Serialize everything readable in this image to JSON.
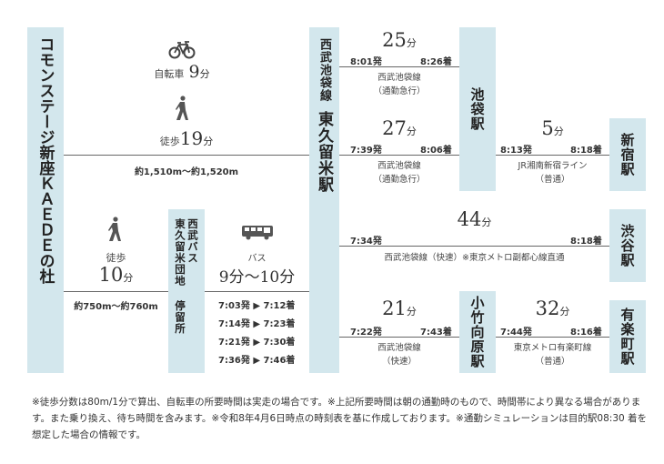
{
  "origin": {
    "name": "コモンステージ新座ＫＡＥＤＥの杜"
  },
  "higashikurume": {
    "line": "西武池袋線",
    "name": "東久留米駅"
  },
  "bus_stop": {
    "operator": "西武バス",
    "name": "東久留米団地 停留所"
  },
  "bicycle": {
    "label": "自転車",
    "time": "9",
    "unit": "分"
  },
  "walk_direct": {
    "label": "徒歩",
    "time": "19",
    "unit": "分",
    "distance": "約1,510m〜約1,520m"
  },
  "walk_bus": {
    "label": "徒歩",
    "time": "10",
    "unit": "分",
    "distance": "約750m〜約760m"
  },
  "bus": {
    "label": "バス",
    "time": "9分〜10分",
    "times": [
      "7:03発 ▶ 7:12着",
      "7:14発 ▶ 7:23着",
      "7:21発 ▶ 7:30着",
      "7:36発 ▶ 7:46着"
    ]
  },
  "stations": {
    "ikebukuro": "池袋駅",
    "shinjuku": "新宿駅",
    "shibuya": "渋谷駅",
    "kotake": "小竹向原駅",
    "yurakucho": "有楽町駅"
  },
  "routes": [
    {
      "time": "25",
      "unit": "分",
      "dep": "8:01発",
      "arr": "8:26着",
      "line1": "西武池袋線",
      "line2": "（通勤急行）"
    },
    {
      "time": "27",
      "unit": "分",
      "dep": "7:39発",
      "arr": "8:06着",
      "line1": "西武池袋線",
      "line2": "（通勤急行）"
    },
    {
      "time": "5",
      "unit": "分",
      "dep": "8:13発",
      "arr": "8:18着",
      "line1": "JR湘南新宿ライン",
      "line2": "（普通）"
    },
    {
      "time": "44",
      "unit": "分",
      "dep": "7:34発",
      "arr": "8:18着",
      "line1": "西武池袋線（快速）※東京メトロ副都心線直通"
    },
    {
      "time": "21",
      "unit": "分",
      "dep": "7:22発",
      "arr": "7:43着",
      "line1": "西武池袋線",
      "line2": "（快速）"
    },
    {
      "time": "32",
      "unit": "分",
      "dep": "7:44発",
      "arr": "8:16着",
      "line1": "東京メトロ有楽町線",
      "line2": "（普通）"
    }
  ],
  "footnote": "※徒歩分数は80m/1分で算出、自転車の所要時間は実走の場合です。※上記所要時間は朝の通勤時のもので、時間帯により異なる場合があります。また乗り換え、待ち時間を含みます。※令和8年4月6日時点の時刻表を基に作成しております。※通勤シミュレーションは目的駅08:30 着を想定した場合の情報です。"
}
